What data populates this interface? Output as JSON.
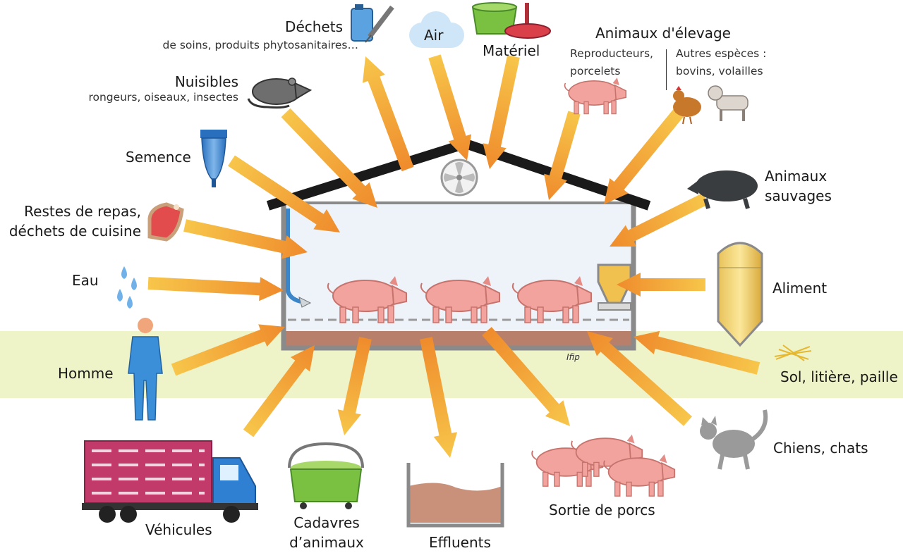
{
  "labels": {
    "dechets_title": "Déchets",
    "dechets_sub": "de soins, produits phytosanitaires…",
    "air": "Air",
    "materiel": "Matériel",
    "elevage_title": "Animaux d'élevage",
    "elevage_left_1": "Reproducteurs,",
    "elevage_left_2": "porcelets",
    "elevage_right_1": "Autres espèces :",
    "elevage_right_2": "bovins, volailles",
    "nuisibles_title": "Nuisibles",
    "nuisibles_sub": "rongeurs, oiseaux, insectes",
    "semence": "Semence",
    "sauvages_1": "Animaux",
    "sauvages_2": "sauvages",
    "restes_1": "Restes de repas,",
    "restes_2": "déchets de cuisine",
    "eau": "Eau",
    "aliment": "Aliment",
    "homme": "Homme",
    "sol": "Sol, litière, paille",
    "chiens": "Chiens, chats",
    "vehicules": "Véhicules",
    "cadavres_1": "Cadavres",
    "cadavres_2": "d’animaux",
    "effluents": "Effluents",
    "sortie": "Sortie de porcs",
    "credit": "Ifip"
  },
  "colors": {
    "arrow_light": "#f7c64a",
    "arrow_dark": "#ef8b2c",
    "roof": "#1a1a1a",
    "wall": "#8a8a8a",
    "interior": "#eef3f9",
    "ground_band": "#eef3c8",
    "pig": "#f2a39d",
    "water_pipe": "#3a86c8"
  },
  "icons": [
    "rat-icon",
    "syringe-bottle-icon",
    "air-cloud-icon",
    "bucket-icon",
    "feeder-icon",
    "pig-icon",
    "chicken-icon",
    "calf-icon",
    "semen-bag-icon",
    "wild-boar-icon",
    "meat-icon",
    "water-drops-icon",
    "feed-silo-icon",
    "person-icon",
    "straw-icon",
    "cat-icon",
    "truck-icon",
    "carcass-bin-icon",
    "effluent-pit-icon",
    "fan-icon"
  ]
}
